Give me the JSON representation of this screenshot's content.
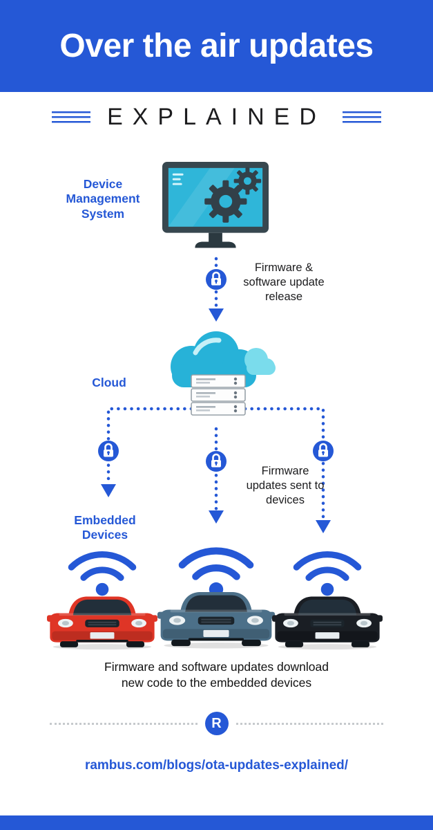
{
  "header": {
    "title": "Over the air updates"
  },
  "subtitle": {
    "text": "EXPLAINED"
  },
  "diagram": {
    "dms_label_lines": [
      "Device",
      "Management",
      "System"
    ],
    "release_label_lines": [
      "Firmware &",
      "software update",
      "release"
    ],
    "cloud_label": "Cloud",
    "sent_label_lines": [
      "Firmware",
      "updates sent to",
      "devices"
    ],
    "embedded_label_lines": [
      "Embedded",
      "Devices"
    ],
    "caption_lines": [
      "Firmware and software updates download",
      "new code to the embedded devices"
    ]
  },
  "cars": [
    {
      "name": "red-car",
      "color": "#df3526"
    },
    {
      "name": "blue-car",
      "color": "#4c7089"
    },
    {
      "name": "black-car",
      "color": "#1a1e24"
    }
  ],
  "icons": [
    "lock-icon",
    "wifi-signal-icon",
    "gear-icon",
    "monitor-icon",
    "cloud-icon",
    "server-rack-icon",
    "arrow-down-icon",
    "rambus-logo",
    "decorative-lines-icon"
  ],
  "footer": {
    "logo_letter": "R",
    "link": "rambus.com/blogs/ota-updates-explained/"
  },
  "colors": {
    "brand_blue": "#2558d6",
    "cloud_teal": "#27b2d8",
    "cloud_light": "#7adcec",
    "monitor_dark": "#37474f",
    "screen_teal": "#2fb6d9",
    "text_dark": "#1c1c1e",
    "divider_gray": "#c6cacd"
  }
}
